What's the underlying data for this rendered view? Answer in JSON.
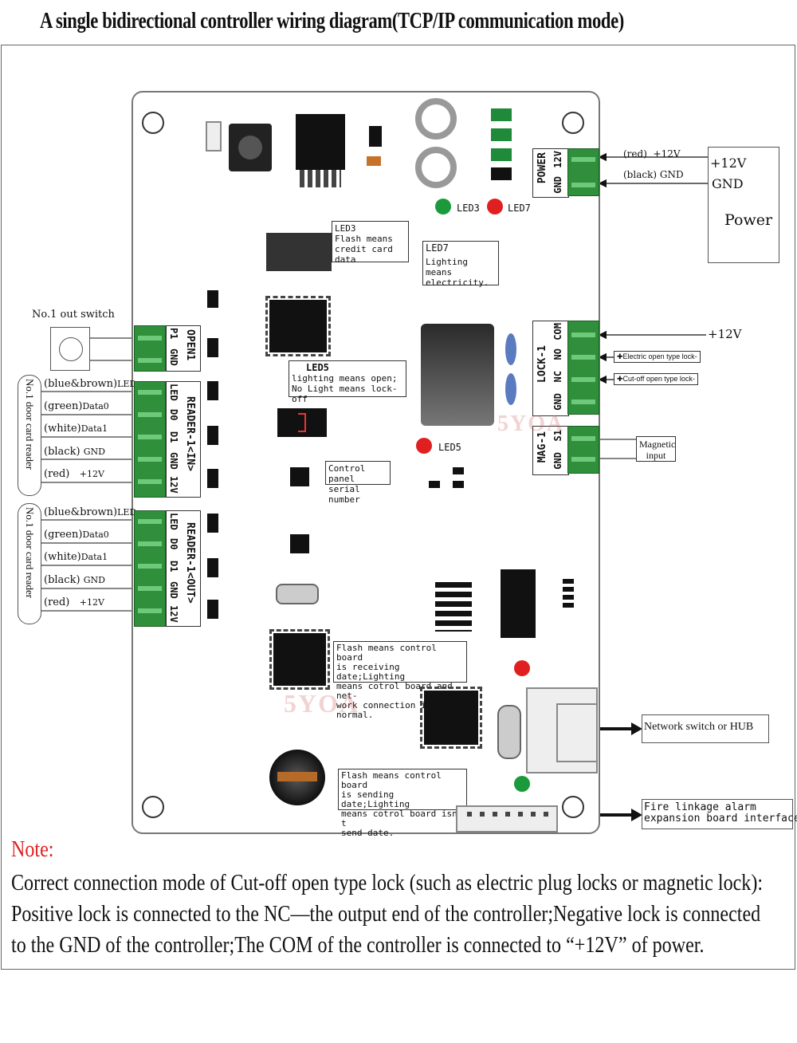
{
  "title": "A single bidirectional controller wiring diagram(TCP/IP communication mode)",
  "watermark": "5YOA",
  "power": {
    "terminal_label": "POWER",
    "pins": [
      "12V",
      "GND"
    ],
    "wire_red": "(red)",
    "wire_red_val": "+12V",
    "wire_black": "(black)",
    "wire_black_val": "GND",
    "box_12v": "+12V",
    "box_gnd": "GND",
    "box_name": "Power"
  },
  "leds": {
    "led3": "LED3",
    "led7": "LED7",
    "led5": "LED5",
    "led3_note": [
      "LED3",
      "Flash means",
      "credit card data"
    ],
    "led7_note": [
      "LED7",
      "Lighting means",
      "electricity."
    ],
    "led5_note_title": "LED5",
    "led5_note": [
      "lighting means open;",
      "No Light means lock-off"
    ]
  },
  "serial_note": [
    "Control panel",
    "serial number"
  ],
  "open": {
    "switch_label": "No.1 out switch",
    "terminal_label": "OPEN1",
    "pins": [
      "P1",
      "GND"
    ]
  },
  "reader_in": {
    "side_label": "No.1 door card reader",
    "terminal_label": "READER-1<IN>",
    "pins": [
      "LED",
      "D0",
      "D1",
      "GND",
      "12V"
    ],
    "wires": [
      {
        "color": "(blue&brown)",
        "signal": "LED"
      },
      {
        "color": "(green)",
        "signal": "Data0"
      },
      {
        "color": "(white)",
        "signal": "Data1"
      },
      {
        "color": "(black)",
        "signal": "GND"
      },
      {
        "color": "(red)",
        "signal": "+12V"
      }
    ]
  },
  "reader_out": {
    "side_label": "No.1 door card reader",
    "terminal_label": "READER-1<OUT>",
    "pins": [
      "LED",
      "D0",
      "D1",
      "GND",
      "12V"
    ],
    "wires": [
      {
        "color": "(blue&brown)",
        "signal": "LED"
      },
      {
        "color": "(green)",
        "signal": "Data0"
      },
      {
        "color": "(white)",
        "signal": "Data1"
      },
      {
        "color": "(black)",
        "signal": "GND"
      },
      {
        "color": "(red)",
        "signal": "+12V"
      }
    ]
  },
  "lock": {
    "terminal_label": "LOCK-1",
    "pins": [
      "COM",
      "NO",
      "NC",
      "GND"
    ],
    "com_val": "+12V",
    "no_note": "Electric open type lock",
    "nc_note": "Cut-off open type lock"
  },
  "mag": {
    "terminal_label": "MAG-1",
    "pins": [
      "S1",
      "GND"
    ],
    "note": [
      "Magnetic",
      "input"
    ]
  },
  "rx_note": [
    "Flash means control board",
    "is receiving date;Lighting",
    "means cotrol board and net-",
    "work connection is normal."
  ],
  "tx_note": [
    "Flash means control board",
    "is sending date;Lighting",
    "means cotrol board isn' t",
    "send date."
  ],
  "network_label": "Network switch or HUB",
  "fire_label": [
    "Fire linkage alarm",
    "expansion board interface"
  ],
  "note_title": "Note:",
  "note_lines": [
    "Correct connection mode of Cut-off open type lock (such as electric plug locks or magnetic lock):",
    "Positive lock is connected to the NC—the output end of the controller;Negative lock is connected",
    "to the GND of the controller;The COM of the controller is connected to “+12V” of power."
  ],
  "colors": {
    "terminal": "#2f8f3b",
    "led_green": "#1a9a3a",
    "led_red": "#e02020",
    "note_red": "#e02020"
  }
}
